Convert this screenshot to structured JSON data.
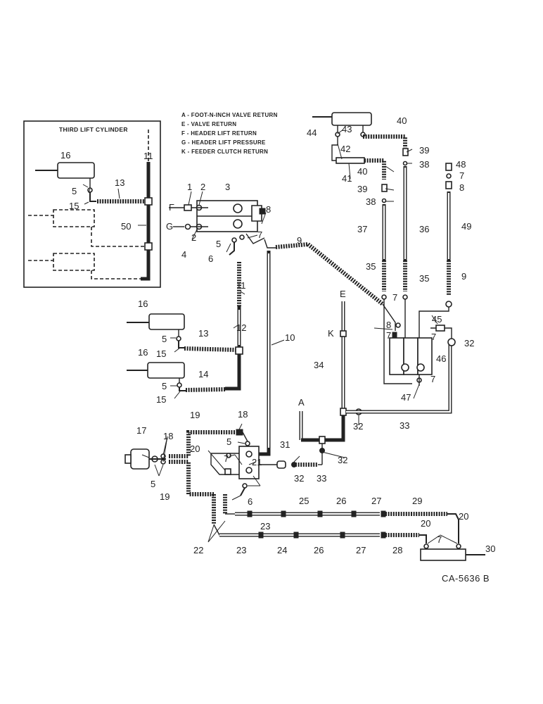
{
  "legend": [
    "A - FOOT-N-INCH VALVE RETURN",
    "E - VALVE RETURN",
    "F - HEADER LIFT RETURN",
    "G - HEADER LIFT PRESSURE",
    "K - FEEDER CLUTCH RETURN"
  ],
  "inset_title": "THIRD LIFT CYLINDER",
  "drawing_code": "CA-5636 B",
  "port_letters": {
    "a": "A",
    "e": "E",
    "f": "F",
    "g": "G",
    "k": "K"
  },
  "callouts": [
    "1",
    "2",
    "2",
    "3",
    "4",
    "5",
    "5",
    "5",
    "5",
    "5",
    "5",
    "6",
    "6",
    "7",
    "7",
    "7",
    "7",
    "7",
    "7",
    "7",
    "7",
    "8",
    "8",
    "8",
    "9",
    "9",
    "10",
    "11",
    "11",
    "12",
    "13",
    "13",
    "14",
    "15",
    "15",
    "15",
    "16",
    "16",
    "16",
    "17",
    "18",
    "18",
    "19",
    "19",
    "20",
    "20",
    "20",
    "21",
    "22",
    "23",
    "23",
    "24",
    "25",
    "26",
    "26",
    "27",
    "27",
    "28",
    "29",
    "30",
    "31",
    "32",
    "32",
    "32",
    "32",
    "33",
    "33",
    "34",
    "35",
    "35",
    "36",
    "37",
    "38",
    "38",
    "39",
    "39",
    "40",
    "40",
    "41",
    "42",
    "43",
    "44",
    "45",
    "46",
    "47",
    "48",
    "49",
    "50"
  ]
}
